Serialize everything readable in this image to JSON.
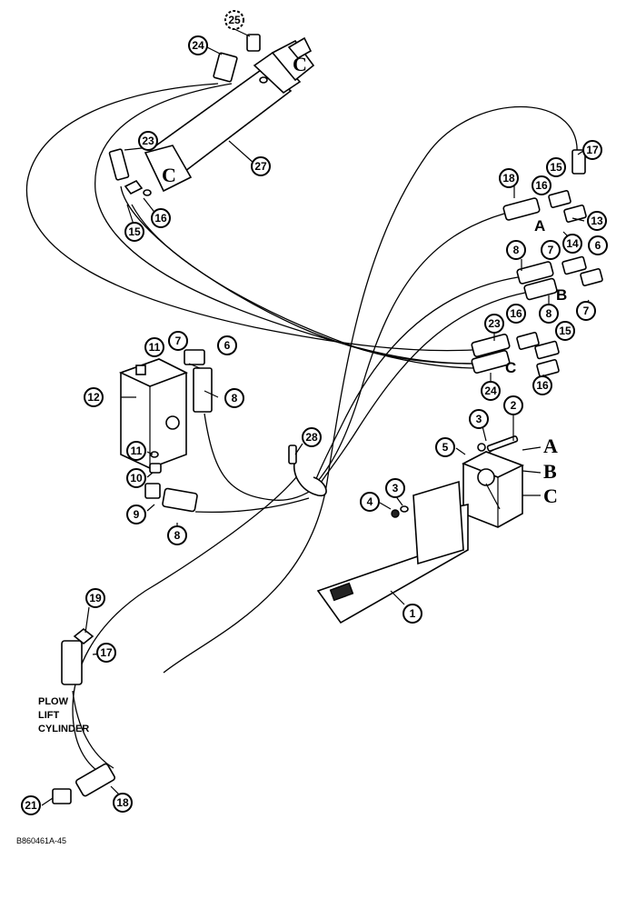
{
  "port_letters": [
    "A",
    "B",
    "C"
  ],
  "control_letters": [
    "A",
    "B",
    "C"
  ],
  "label_lines": [
    "PLOW",
    "LIFT",
    "CYLINDER"
  ],
  "drawing_code": "B860461A-45",
  "callouts": {
    "c25": "25",
    "c24": "24",
    "c23": "23",
    "c27": "27",
    "c16a": "16",
    "c15a": "15",
    "c17": "17",
    "c18a": "18",
    "c16b": "16",
    "c15b": "15",
    "c13": "13",
    "c14": "14",
    "c8a": "8",
    "c7a": "7",
    "c6a": "6",
    "c8b": "8",
    "c7b": "7",
    "c23b": "23",
    "c16c": "16",
    "c15c": "15",
    "c24b": "24",
    "c16d": "16",
    "c7c": "7",
    "c11a": "11",
    "c6b": "6",
    "c12": "12",
    "c8c": "8",
    "c2": "2",
    "c3a": "3",
    "c5": "5",
    "c28": "28",
    "c11b": "11",
    "c10": "10",
    "c9": "9",
    "c8d": "8",
    "c4": "4",
    "c3b": "3",
    "c1": "1",
    "c19": "19",
    "c17b": "17",
    "c21": "21",
    "c18b": "18"
  }
}
